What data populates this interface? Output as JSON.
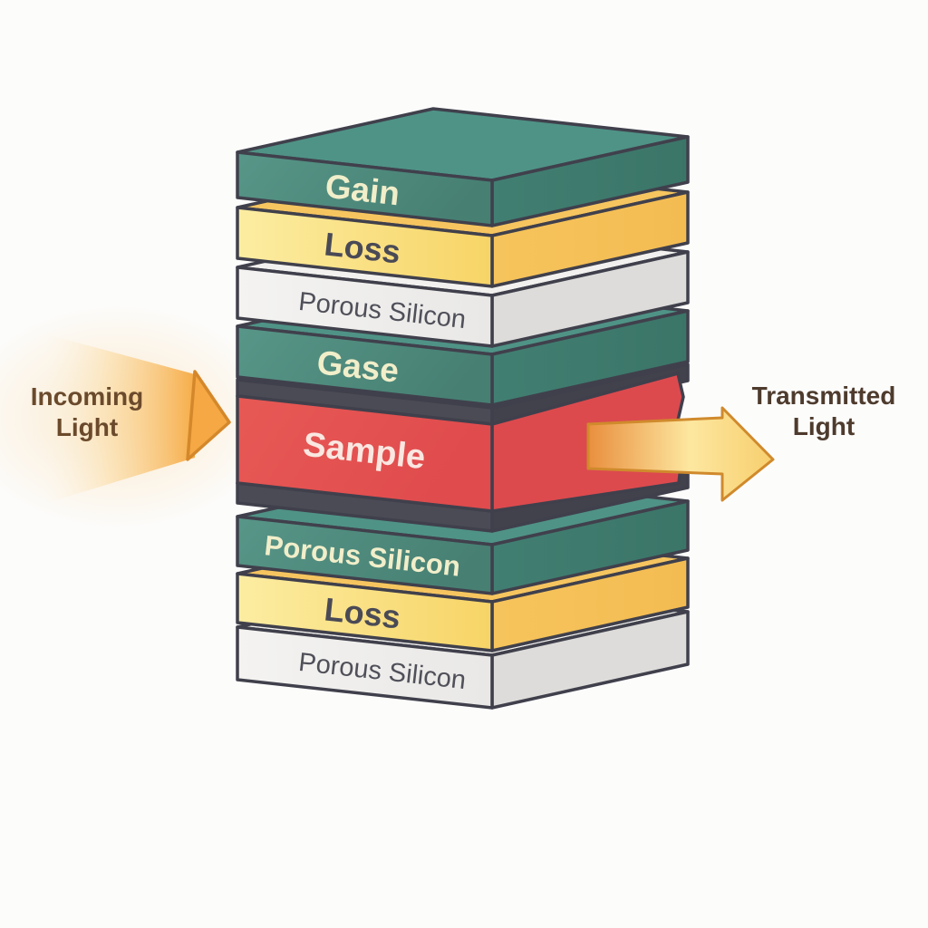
{
  "diagram": {
    "description": "Layered optical stack with incoming and transmitted light arrows",
    "background_color": "#fcfcfb",
    "outline_color": "#40404c"
  },
  "stack": {
    "layers": [
      {
        "name": "gain",
        "label": "Gain",
        "material_color": "#4d8d80",
        "label_color": "#f1eeca"
      },
      {
        "name": "loss-top",
        "label": "Loss",
        "material_color": "#f8da72",
        "label_color": "#4a4a56"
      },
      {
        "name": "porous-silicon-top",
        "label": "Porous Silicon",
        "material_color": "#ededeb",
        "label_color": "#50505a"
      },
      {
        "name": "gase",
        "label": "Gase",
        "material_color": "#4d8d80",
        "label_color": "#f1eeca"
      },
      {
        "name": "spacer-upper",
        "label": "",
        "material_color": "#4b4b55",
        "label_color": ""
      },
      {
        "name": "sample",
        "label": "Sample",
        "material_color": "#e4514f",
        "label_color": "#fae7e1"
      },
      {
        "name": "spacer-lower",
        "label": "",
        "material_color": "#4b4b55",
        "label_color": ""
      },
      {
        "name": "porous-silicon-middle",
        "label": "Porous Silicon",
        "material_color": "#4d8d80",
        "label_color": "#f1eeca"
      },
      {
        "name": "loss-bottom",
        "label": "Loss",
        "material_color": "#f8da72",
        "label_color": "#4a4a56"
      },
      {
        "name": "porous-silicon-bottom",
        "label": "Porous Silicon",
        "material_color": "#ededeb",
        "label_color": "#50505a"
      }
    ]
  },
  "annotations": {
    "incoming": {
      "lines": [
        "Incoming",
        "Light"
      ],
      "color": "#6b4a2c"
    },
    "transmitted": {
      "lines": [
        "Transmitted",
        "Light"
      ],
      "color": "#4e3b2d"
    },
    "arrow_color": "#f6ac47",
    "arrow_outline_color": "#d4882b"
  }
}
